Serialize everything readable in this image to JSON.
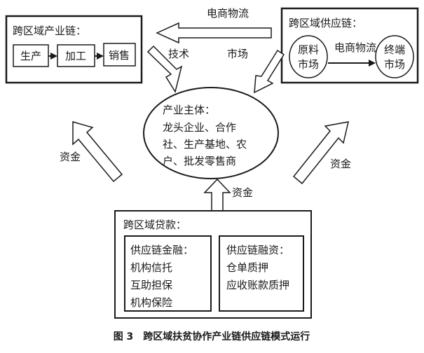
{
  "industry_chain": {
    "title": "跨区域产业链：",
    "steps": [
      "生产",
      "加工",
      "销售"
    ]
  },
  "supply_chain": {
    "title": "跨区域供应链：",
    "source_market": [
      "原料",
      "市场"
    ],
    "flow_label": "电商物流",
    "end_market": [
      "终端",
      "市场"
    ]
  },
  "flows": {
    "top_arrow_label": "电商物流",
    "technology": "技术",
    "market": "市场",
    "funds_left": "资金",
    "funds_center": "资金",
    "funds_right": "资金"
  },
  "main_entity": {
    "lines": [
      "产业主体：",
      "龙头企业、合作",
      "社、生产基地、农",
      "户、批发零售商"
    ]
  },
  "loans": {
    "title": "跨区域贷款：",
    "finance": {
      "title": "供应链金融：",
      "items": [
        "机构信托",
        "互助担保",
        "机构保险"
      ]
    },
    "financing": {
      "title": "供应链融资：",
      "items": [
        "仓单质押",
        "应收账款质押"
      ]
    }
  },
  "caption": "图 3　跨区域扶贫协作产业链供应链模式运行"
}
